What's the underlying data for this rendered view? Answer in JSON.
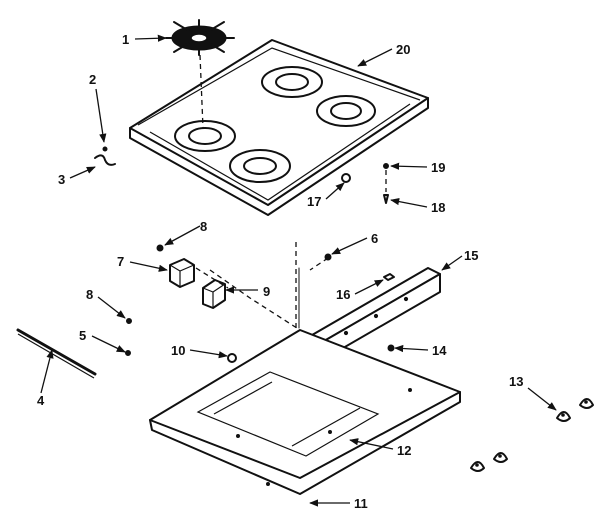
{
  "callouts": {
    "c1": "1",
    "c2": "2",
    "c3": "3",
    "c4": "4",
    "c5": "5",
    "c6": "6",
    "c7": "7",
    "c8a": "8",
    "c8b": "8",
    "c9": "9",
    "c10": "10",
    "c11": "11",
    "c12": "12",
    "c13": "13",
    "c14": "14",
    "c15": "15",
    "c16": "16",
    "c17": "17",
    "c18": "18",
    "c19": "19",
    "c20": "20"
  }
}
